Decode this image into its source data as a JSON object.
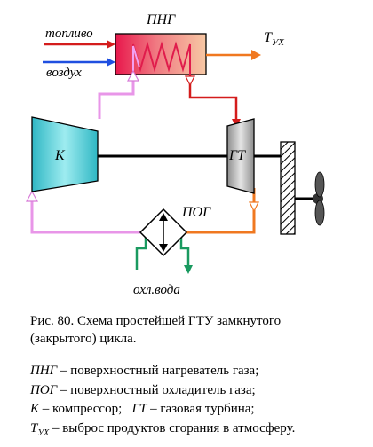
{
  "diagram": {
    "fuel": "топливо",
    "air": "воздух",
    "png": "ПНГ",
    "t": "T",
    "t_sub": "УХ",
    "compressor": "К",
    "turbine": "ГТ",
    "pog": "ПОГ",
    "cooling_water": "охл.вода"
  },
  "caption": {
    "line1": "Рис. 80. Схема простейшей ГТУ замкнутого",
    "line2": "(закрытого) цикла."
  },
  "legend": {
    "row1": {
      "abbr": "ПНГ",
      "text": " – поверхностный нагреватель газа;"
    },
    "row2": {
      "abbr": "ПОГ",
      "text": " – поверхностный охладитель газа;"
    },
    "row3": {
      "abbr1": "К",
      "text1": " – компрессор;",
      "abbr2": "ГТ",
      "text2": " – газовая турбина;"
    },
    "row4": {
      "abbr": "T",
      "sub": "УХ",
      "text": " – выброс продуктов сгорания в атмосферу."
    }
  }
}
